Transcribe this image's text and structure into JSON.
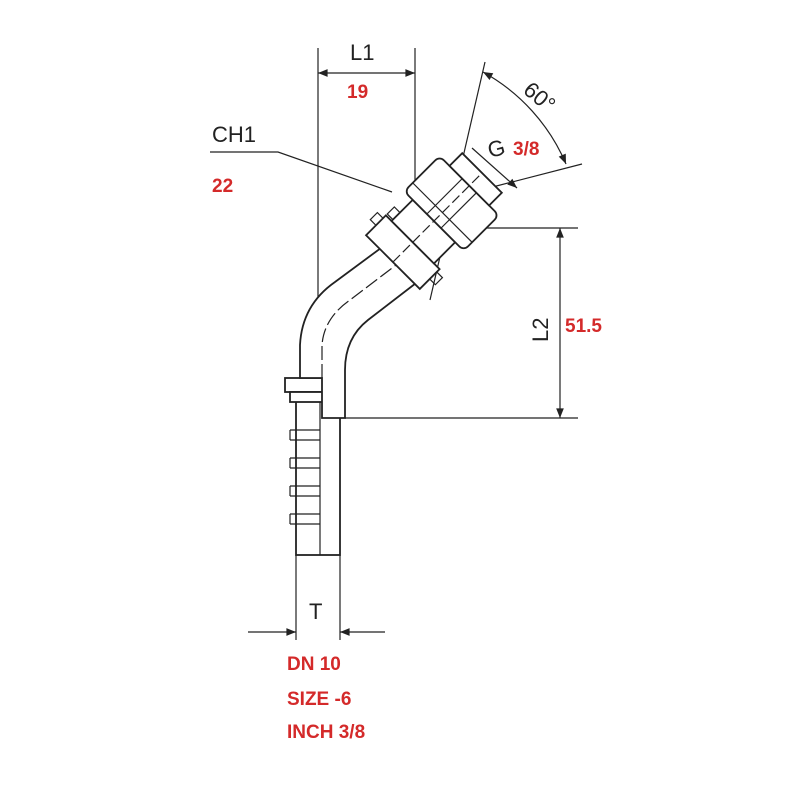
{
  "colors": {
    "accent": "#d42a2a",
    "line": "#222222"
  },
  "dimensions": {
    "l1": {
      "label": "L1",
      "value": "19"
    },
    "ch1": {
      "label": "CH1",
      "value": "22"
    },
    "angle": {
      "label": "60°"
    },
    "thread": {
      "label": "G",
      "value": "3/8"
    },
    "l2": {
      "label": "L2",
      "value": "51.5"
    },
    "t": {
      "label": "T"
    }
  },
  "specs": {
    "dn": "DN 10",
    "size": "SIZE -6",
    "inch": "INCH 3/8"
  }
}
